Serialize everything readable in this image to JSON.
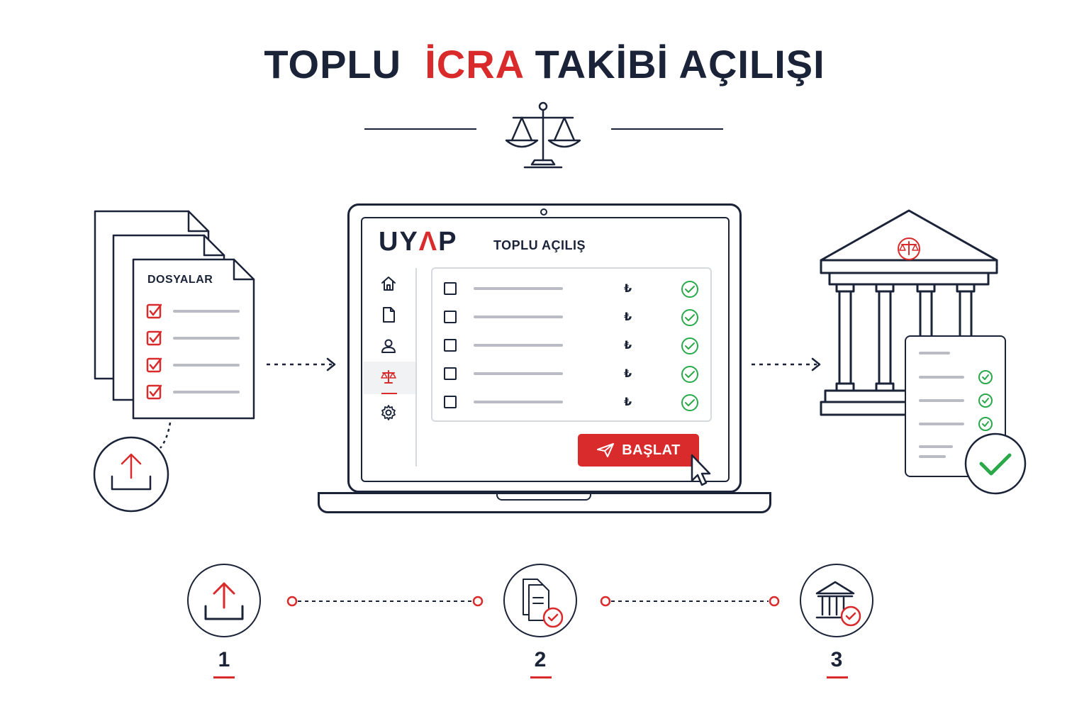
{
  "title": {
    "part1": "TOPLU",
    "accent": "İCRA",
    "part2": "TAKİBİ AÇILIŞI"
  },
  "documents": {
    "label": "DOSYALAR"
  },
  "laptop": {
    "logo_main": "UY",
    "logo_accent": "Λ",
    "logo_end": "P",
    "screen_title": "TOPLU AÇILIŞ",
    "sidebar_icons": [
      "home-icon",
      "document-icon",
      "user-icon",
      "scale-icon",
      "gear-icon"
    ],
    "rows": [
      {
        "symbol": "₺",
        "status": "check"
      },
      {
        "symbol": "₺",
        "status": "check"
      },
      {
        "symbol": "₺",
        "status": "check"
      },
      {
        "symbol": "₺",
        "status": "check"
      },
      {
        "symbol": "₺",
        "status": "check"
      }
    ],
    "start_button": "BAŞLAT"
  },
  "steps": [
    {
      "number": "1",
      "icon": "upload-icon"
    },
    {
      "number": "2",
      "icon": "documents-check-icon"
    },
    {
      "number": "3",
      "icon": "court-check-icon"
    }
  ],
  "colors": {
    "navy": "#1a2338",
    "accent_red": "#d92b2b",
    "success_green": "#2aa84a",
    "muted_gray": "#b9bcc4"
  }
}
